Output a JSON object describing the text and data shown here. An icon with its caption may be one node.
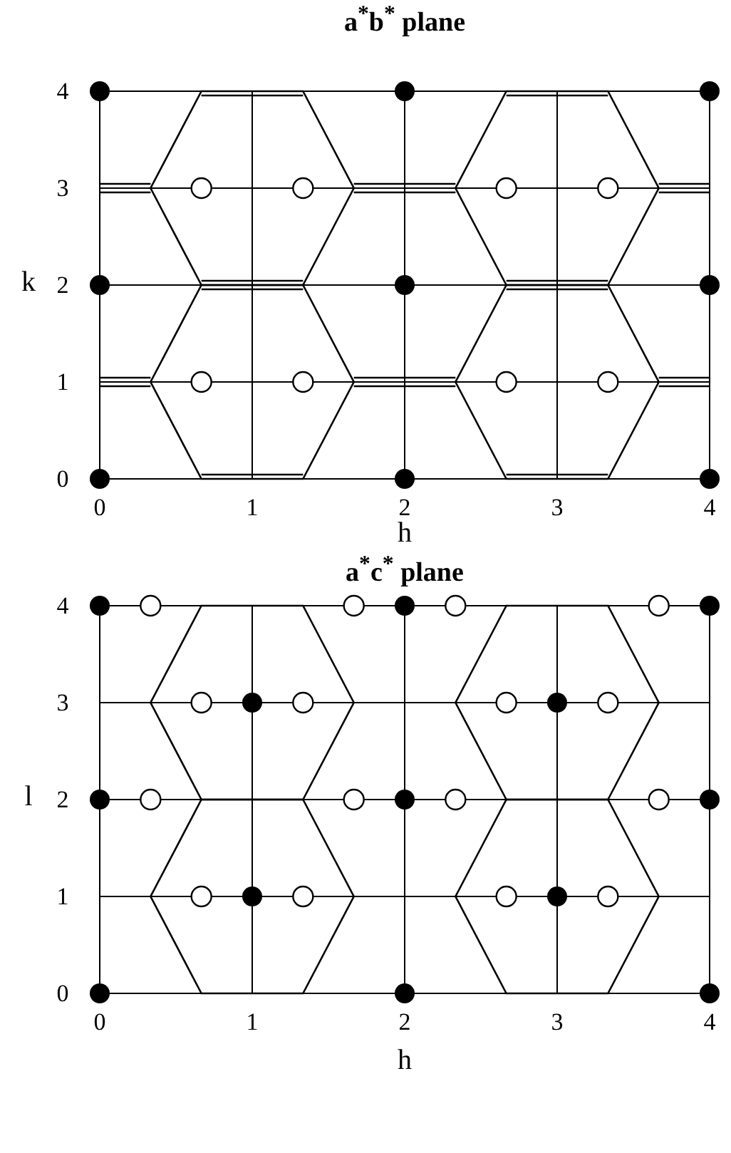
{
  "diagram": {
    "labels": [
      "a$^{*}$b$^{*}$ plane",
      "4",
      "3",
      "k",
      "2",
      "1",
      "0",
      "0",
      "1",
      "2",
      "3",
      "4",
      "h",
      "a$^{*}$c$^{*}$ plane",
      "4",
      "3",
      "l",
      "2",
      "1",
      "0",
      "0",
      "1",
      "2",
      "3",
      "4",
      "h"
    ]
  }
}
